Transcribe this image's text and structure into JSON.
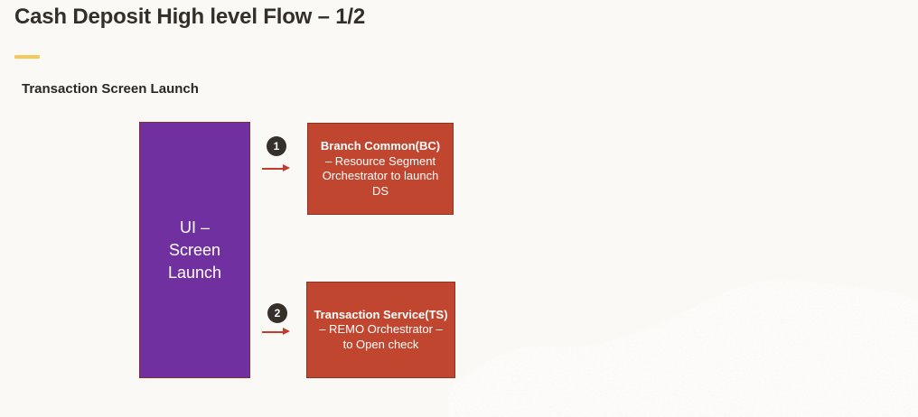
{
  "page": {
    "background_color": "#fbf9f6",
    "accent_color": "#f6c95d"
  },
  "header": {
    "title": "Cash Deposit High level Flow – 1/2"
  },
  "section": {
    "subtitle": "Transaction Screen Launch"
  },
  "flow": {
    "source": {
      "label": "UI –\nScreen\nLaunch",
      "fill_color": "#7030a0",
      "border_color": "#7e2f2b"
    },
    "steps": [
      {
        "number": "1",
        "title": "Branch Common(BC)",
        "description": "– Resource Segment Orchestrator to launch DS",
        "fill_color": "#c0462f",
        "border_color": "#8e3424"
      },
      {
        "number": "2",
        "title": "Transaction Service(TS)",
        "description": "– REMO Orchestrator – to Open check",
        "fill_color": "#c0462f",
        "border_color": "#8e3424"
      }
    ],
    "badge_color": "#35302a",
    "arrow_color": "#c53b2b"
  }
}
